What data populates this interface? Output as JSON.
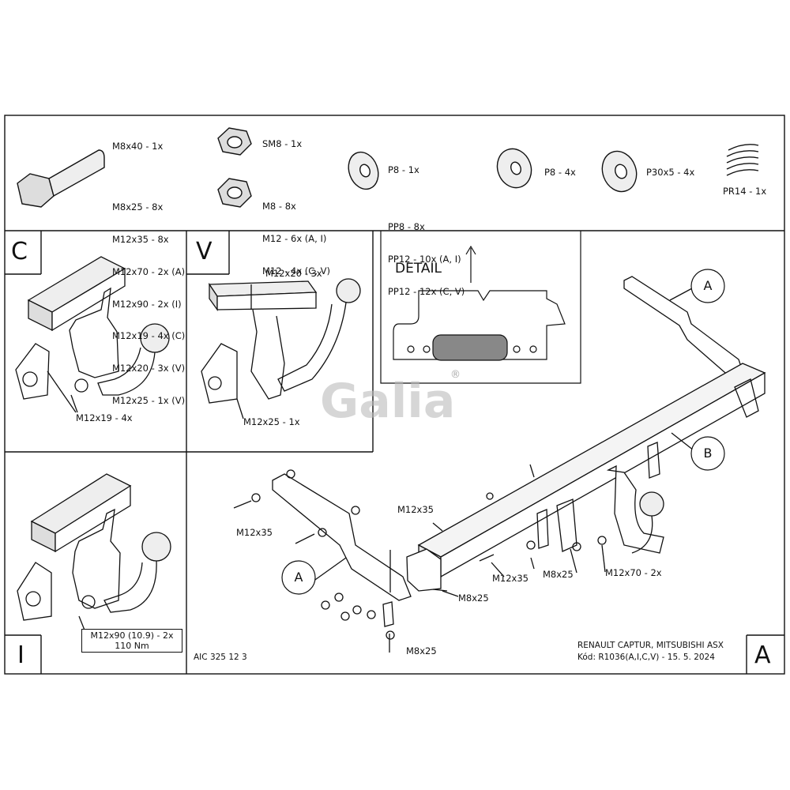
{
  "parts": {
    "bolt_list": [
      "M8x40 - 1x",
      "",
      "M8x25 - 8x",
      "M12x35 - 8x",
      "M12x70 - 2x (A)",
      "M12x90 - 2x (I)",
      "M12x19 - 4x (C)",
      "M12x20 - 3x (V)",
      "M12x25 - 1x (V)"
    ],
    "sm8": "SM8 - 1x",
    "nut_list": [
      "M8 - 8x",
      "M12 - 6x (A, I)",
      "M12 - 4x (C, V)"
    ],
    "washer_list": [
      "P8 - 1x",
      "",
      "PP8 - 8x",
      "PP12 - 10x (A, I)",
      "PP12 - 12x (C, V)"
    ],
    "p8": "P8 - 4x",
    "p30": "P30x5 - 4x",
    "pr14": "PR14 - 1x"
  },
  "panels": {
    "c": {
      "letter": "C",
      "callout": "M12x19 - 4x"
    },
    "v": {
      "letter": "V",
      "callout_top": "M12x20 - 3x",
      "callout_bottom": "M12x25 - 1x"
    },
    "detail": {
      "title": "DETAIL"
    },
    "i": {
      "letter": "I",
      "callout_line1": "M12x90 (10.9) - 2x",
      "callout_line2": "110 Nm"
    }
  },
  "main": {
    "circle_a_top": "A",
    "circle_b": "B",
    "circle_a_left": "A",
    "labels": {
      "m12x35_left": "M12x35",
      "m12x35_mid": "M12x35",
      "m12x35_low": "M12x35",
      "m8x25_mid": "M8x25",
      "m8x25_bottom": "M8x25",
      "m8x25_right": "M8x25",
      "m12x70": "M12x70 - 2x"
    },
    "watermark": "Galia",
    "registered": "®"
  },
  "footer": {
    "doc_code": "AIC 325 12 3",
    "vehicle": "RENAULT CAPTUR, MITSUBISHI ASX",
    "kod": "Kód: R1036(A,I,C,V) - 15. 5. 2024",
    "variant_letter": "A"
  }
}
